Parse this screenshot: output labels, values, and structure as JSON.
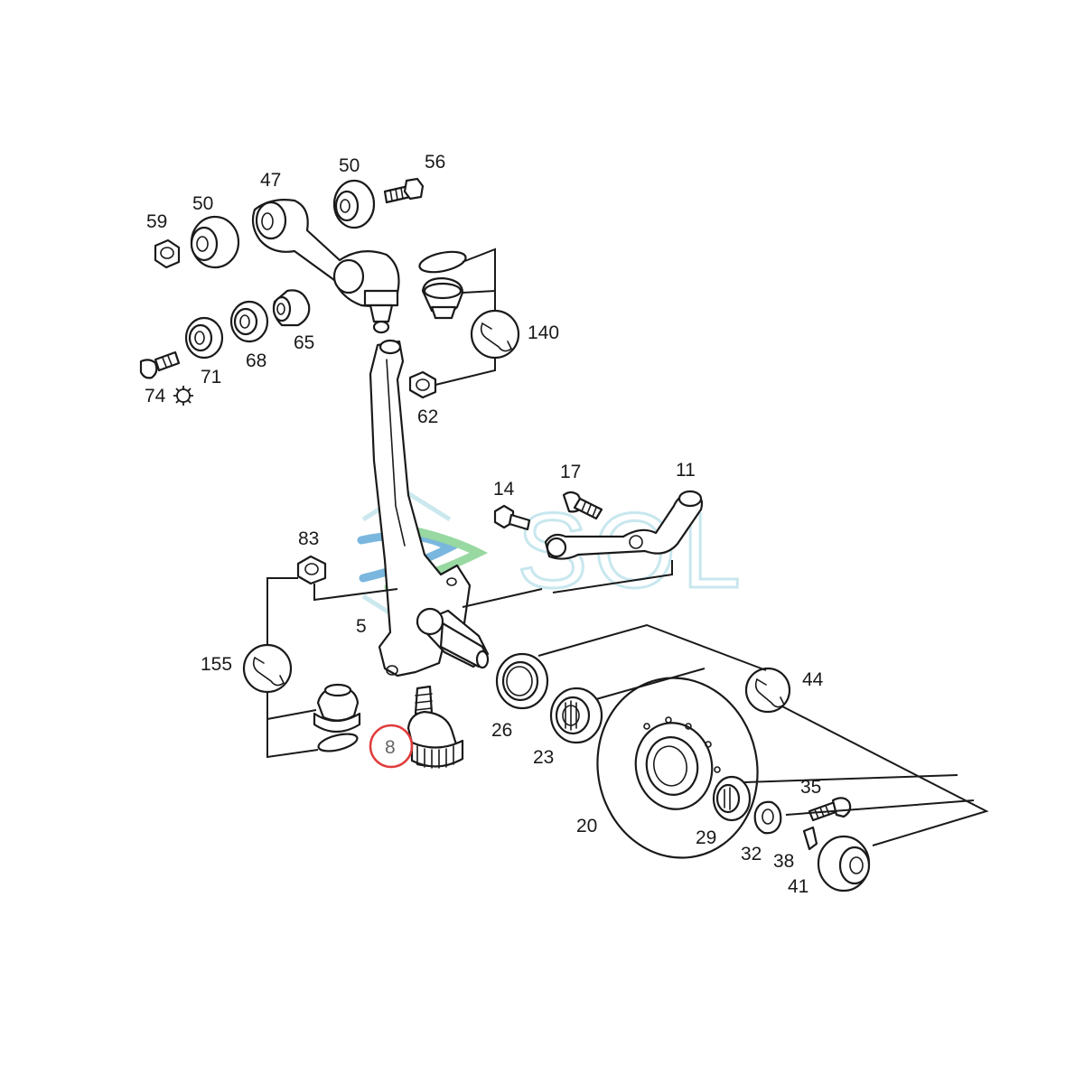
{
  "watermark": {
    "text": "SOL",
    "colors": {
      "blue": "#5aa6d6",
      "green": "#7fcf8a",
      "outline": "#bfe3ec"
    }
  },
  "highlight": {
    "part": "8",
    "color": "#e23b3b"
  },
  "labels": {
    "p59": "59",
    "p50a": "50",
    "p47": "47",
    "p50b": "50",
    "p56": "56",
    "p71": "71",
    "p68": "68",
    "p65": "65",
    "p74": "74",
    "p140": "140",
    "p62": "62",
    "p14": "14",
    "p17": "17",
    "p11": "11",
    "p83": "83",
    "p5": "5",
    "p155": "155",
    "p8": "8",
    "p26": "26",
    "p23": "23",
    "p44": "44",
    "p20": "20",
    "p35": "35",
    "p29": "29",
    "p32": "32",
    "p38": "38",
    "p41": "41"
  },
  "icons": [
    "wrench-icon",
    "gear-icon"
  ]
}
